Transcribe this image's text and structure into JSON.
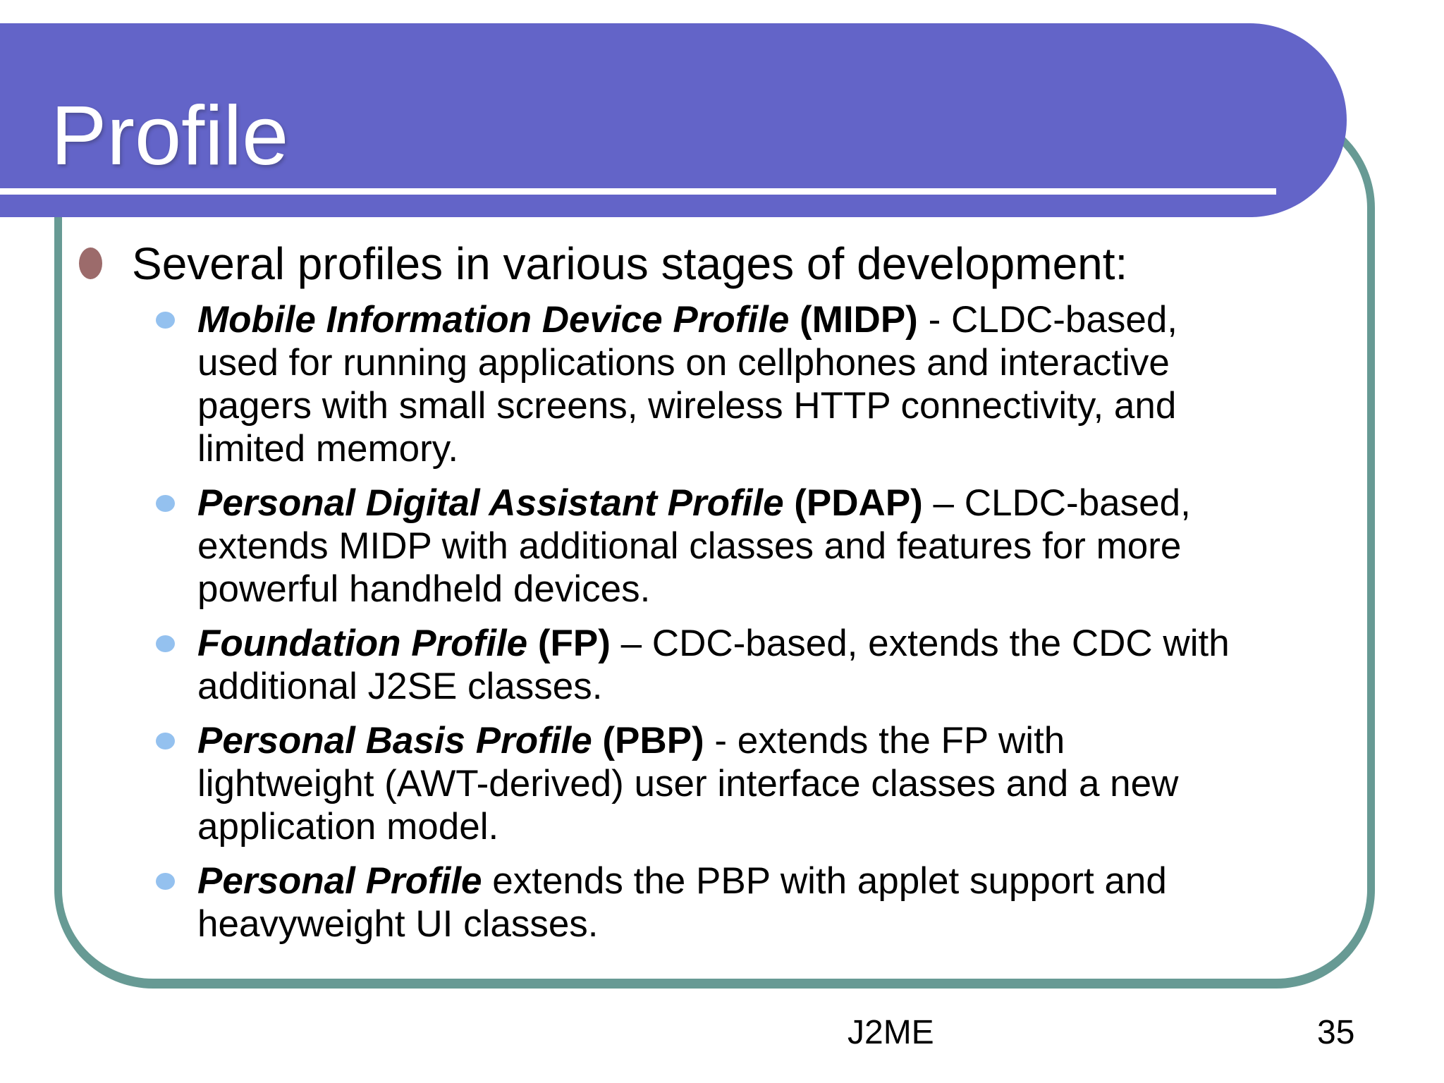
{
  "slide": {
    "title": "Profile"
  },
  "content": {
    "heading": "Several profiles in various stages of development:",
    "items": [
      {
        "strong": "Mobile Information Device Profile",
        "code": "(MIDP)",
        "rest": "- CLDC-based,\nused for running applications on cellphones and interactive\npagers with small screens, wireless HTTP connectivity, and\nlimited memory."
      },
      {
        "strong": "Personal Digital Assistant Profile",
        "code": "(PDAP)",
        "rest": "– CLDC-based,\nextends MIDP with additional classes and features for more\npowerful handheld devices."
      },
      {
        "strong": "Foundation Profile",
        "code": "(FP)",
        "rest": "– CDC-based, extends the CDC with\nadditional J2SE classes."
      },
      {
        "strong": "Personal Basis Profile",
        "code": "(PBP)",
        "rest": "- extends the FP with\nlightweight (AWT-derived) user interface classes and a new\napplication model."
      },
      {
        "strong": "Personal Profile",
        "code": "",
        "rest": "extends the PBP with applet support and\nheavyweight UI classes."
      }
    ]
  },
  "footer": {
    "label": "J2ME",
    "page_number": "35"
  },
  "colors": {
    "header_bg": "#6364c8",
    "frame_border": "#679a94",
    "bullet_level1": "#9c6b6b",
    "bullet_level2": "#94c1ef",
    "title_text": "#ffffff",
    "body_text": "#000000",
    "page_bg": "#ffffff"
  }
}
